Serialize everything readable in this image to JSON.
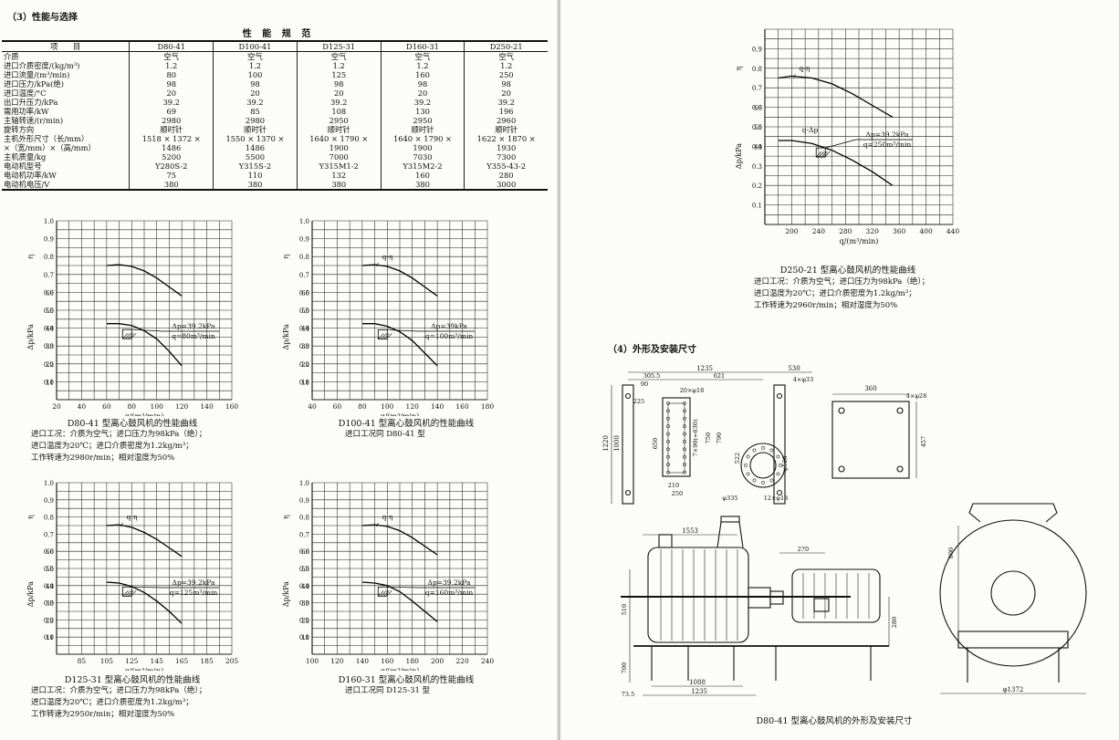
{
  "left": {
    "section_title": "（3）性能与选择",
    "table_title": "性 能 规 范",
    "table": {
      "header": [
        "项　　目",
        "D80-41",
        "D100-41",
        "D125-31",
        "D160-31",
        "D250-21"
      ],
      "rows": [
        [
          [
            "介质"
          ],
          [
            "空气"
          ],
          [
            "空气"
          ],
          [
            "空气"
          ],
          [
            "空气"
          ],
          [
            "空气"
          ]
        ],
        [
          [
            "进口介质密度/(kg/m³)"
          ],
          [
            "1.2"
          ],
          [
            "1.2"
          ],
          [
            "1.2"
          ],
          [
            "1.2"
          ],
          [
            "1.2"
          ]
        ],
        [
          [
            "进口流量/(m³/min)"
          ],
          [
            "80"
          ],
          [
            "100"
          ],
          [
            "125"
          ],
          [
            "160"
          ],
          [
            "250"
          ]
        ],
        [
          [
            "进口压力/kPa(绝)"
          ],
          [
            "98"
          ],
          [
            "98"
          ],
          [
            "98"
          ],
          [
            "98"
          ],
          [
            "98"
          ]
        ],
        [
          [
            "进口温度/°C"
          ],
          [
            "20"
          ],
          [
            "20"
          ],
          [
            "20"
          ],
          [
            "20"
          ],
          [
            "20"
          ]
        ],
        [
          [
            "出口升压力/kPa"
          ],
          [
            "39.2"
          ],
          [
            "39.2"
          ],
          [
            "39.2"
          ],
          [
            "39.2"
          ],
          [
            "39.2"
          ]
        ],
        [
          [
            "需用功率/kW"
          ],
          [
            "69"
          ],
          [
            "85"
          ],
          [
            "108"
          ],
          [
            "130"
          ],
          [
            "196"
          ]
        ],
        [
          [
            "主轴转速/(r/min)"
          ],
          [
            "2980"
          ],
          [
            "2980"
          ],
          [
            "2950"
          ],
          [
            "2950"
          ],
          [
            "2960"
          ]
        ],
        [
          [
            "旋转方向"
          ],
          [
            "顺时针"
          ],
          [
            "顺时针"
          ],
          [
            "顺时针"
          ],
          [
            "顺时针"
          ],
          [
            "顺时针"
          ]
        ],
        [
          [
            "主机外形尺寸（长/mm）",
            "×（宽/mm）×（高/mm）"
          ],
          [
            "1518 × 1372 ×",
            "1486"
          ],
          [
            "1550 × 1370 ×",
            "1486"
          ],
          [
            "1640 × 1790 ×",
            "1900"
          ],
          [
            "1640 × 1790 ×",
            "1900"
          ],
          [
            "1622 × 1870 ×",
            "1930"
          ]
        ],
        [
          [
            "主机质量/kg"
          ],
          [
            "5200"
          ],
          [
            "5500"
          ],
          [
            "7000"
          ],
          [
            "7030"
          ],
          [
            "7300"
          ]
        ],
        [
          [
            "电动机型号"
          ],
          [
            "Y280S-2"
          ],
          [
            "Y315S-2"
          ],
          [
            "Y315M1-2"
          ],
          [
            "Y315M2-2"
          ],
          [
            "Y355-43-2"
          ]
        ],
        [
          [
            "电动机功率/kW"
          ],
          [
            "75"
          ],
          [
            "110"
          ],
          [
            "132"
          ],
          [
            "160"
          ],
          [
            "280"
          ]
        ],
        [
          [
            "电动机电压/V"
          ],
          [
            "380"
          ],
          [
            "380"
          ],
          [
            "380"
          ],
          [
            "380"
          ],
          [
            "3000"
          ]
        ]
      ]
    },
    "charts": [
      {
        "caption": "D80-41 型离心鼓风机的性能曲线",
        "note_lines": [
          "进口工况：介质为空气；进口压力为98kPa（绝）；",
          "进口温度为20℃；进口介质密度为1.2kg/m³；",
          "工作转速为2980r/min；相对湿度为50%"
        ]
      },
      {
        "caption": "D100-41 型离心鼓风机的性能曲线",
        "note_lines": [
          "进口工况同 D80-41 型"
        ]
      },
      {
        "caption": "D125-31 型离心鼓风机的性能曲线",
        "note_lines": [
          "进口工况：介质为空气；进口压力为98kPa（绝）；",
          "进口温度为20℃；进口介质密度为1.2kg/m³；",
          "工作转速为2950r/min；相对湿度为50%"
        ]
      },
      {
        "caption": "D160-31 型离心鼓风机的性能曲线",
        "note_lines": [
          "进口工况同 D125-31 型"
        ]
      }
    ]
  },
  "right": {
    "chart_caption": "D250-21 型离心鼓风机的性能曲线",
    "note_lines": [
      "进口工况：介质为空气；进口压力为98kPa（绝）；",
      "进口温度为20℃；进口介质密度为1.2kg/m³；",
      "工作转速为2960r/min；相对湿度为50%"
    ],
    "section_title": "（4）外形及安装尺寸",
    "drawing_caption": "D80-41 型离心鼓风机的外形及安装尺寸",
    "dimensions": [
      "1235",
      "530",
      "305.5",
      "621",
      "90",
      "20×φ18",
      "4×φ33",
      "360",
      "4×φ28",
      "225",
      "1220",
      "1000",
      "650",
      "7×90(=630)",
      "750",
      "790",
      "522",
      "φ526",
      "457",
      "210",
      "250",
      "φ335",
      "12×φ18",
      "1553",
      "270",
      "800",
      "510",
      "280",
      "700",
      "1088",
      "1235",
      "73.5",
      "φ1372"
    ]
  },
  "chart_data": [
    {
      "type": "line",
      "title": "D80-41 型离心鼓风机的性能曲线",
      "xlabel": "q/(m³/min)",
      "xlim": [
        20,
        160
      ],
      "xticks": [
        20,
        40,
        60,
        80,
        100,
        120,
        140,
        160
      ],
      "ylim_eta": [
        0,
        1.0
      ],
      "ylim_dp": [
        0,
        100
      ],
      "eta_labels": [
        "0.1",
        "0.2",
        "0.3",
        "0.4",
        "0.5",
        "0.6",
        "0.7",
        "0.8",
        "0.9",
        "1.0"
      ],
      "dp_labels": [
        "10",
        "20",
        "30",
        "40",
        "50",
        "60"
      ],
      "y_eta_label": "η",
      "y_dp_label": "Δp/kPa",
      "series": [
        {
          "x": [
            60,
            70,
            80,
            90,
            100,
            110,
            120
          ],
          "y": [
            0.75,
            0.755,
            0.745,
            0.72,
            0.68,
            0.63,
            0.58
          ]
        },
        {
          "x": [
            60,
            70,
            80,
            90,
            100,
            110,
            120
          ],
          "y": [
            42.5,
            42.5,
            41.5,
            38.5,
            34,
            27,
            19
          ]
        }
      ],
      "design_point": {
        "x": 80,
        "y": 39.2
      },
      "labels": {
        "eta": "",
        "dp": ""
      },
      "annotation": [
        "Δp=39.2kPa",
        "q=80m³/min"
      ]
    },
    {
      "type": "line",
      "title": "D100-41 型离心鼓风机的性能曲线",
      "xlabel": "q/(m³/min)",
      "xlim": [
        40,
        180
      ],
      "xticks": [
        40,
        60,
        80,
        100,
        120,
        140,
        160,
        180
      ],
      "ylim_eta": [
        0,
        1.0
      ],
      "ylim_dp": [
        0,
        100
      ],
      "eta_labels": [
        "0.1",
        "0.2",
        "0.3",
        "0.4",
        "0.5",
        "0.6",
        "0.7",
        "0.8",
        "0.9",
        "1.0"
      ],
      "dp_labels": [
        "10",
        "20",
        "30",
        "40",
        "50",
        "60"
      ],
      "y_eta_label": "η",
      "y_dp_label": "Δp/kPa",
      "series": [
        {
          "x": [
            80,
            90,
            100,
            110,
            120,
            130,
            140
          ],
          "y": [
            0.75,
            0.755,
            0.745,
            0.72,
            0.68,
            0.63,
            0.58
          ]
        },
        {
          "x": [
            80,
            90,
            100,
            110,
            120,
            130,
            140
          ],
          "y": [
            42.5,
            42.5,
            41,
            38,
            33,
            26,
            19
          ]
        }
      ],
      "design_point": {
        "x": 100,
        "y": 39
      },
      "labels": {
        "eta": "q-η",
        "dp": ""
      },
      "annotation": [
        "Δp=39kPa",
        "q=100m³/min"
      ]
    },
    {
      "type": "line",
      "title": "D125-31 型离心鼓风机的性能曲线",
      "xlabel": "q/(m³/min)",
      "xlim": [
        65,
        205
      ],
      "xticks": [
        85,
        105,
        125,
        145,
        165,
        185,
        205
      ],
      "ylim_eta": [
        0,
        1.0
      ],
      "ylim_dp": [
        0,
        100
      ],
      "eta_labels": [
        "0.1",
        "0.2",
        "0.3",
        "0.4",
        "0.5",
        "0.6",
        "0.7",
        "0.8",
        "0.9",
        "1.0"
      ],
      "dp_labels": [
        "10",
        "20",
        "30",
        "40",
        "50",
        "60"
      ],
      "y_eta_label": "η",
      "y_dp_label": "Δp/kPa",
      "series": [
        {
          "x": [
            105,
            115,
            125,
            135,
            145,
            155,
            165
          ],
          "y": [
            0.75,
            0.755,
            0.74,
            0.71,
            0.67,
            0.62,
            0.57
          ]
        },
        {
          "x": [
            105,
            115,
            125,
            135,
            145,
            155,
            165
          ],
          "y": [
            42,
            41.5,
            39.5,
            36,
            31,
            25,
            18
          ]
        }
      ],
      "design_point": {
        "x": 125,
        "y": 39.2
      },
      "labels": {
        "eta": "q-η",
        "dp": ""
      },
      "annotation": [
        "Δp=39.2kPa",
        "q=125m³/min"
      ]
    },
    {
      "type": "line",
      "title": "D160-31 型离心鼓风机的性能曲线",
      "xlabel": "q/(m³/min)",
      "xlim": [
        100,
        240
      ],
      "xticks": [
        100,
        120,
        140,
        160,
        180,
        200,
        220,
        240
      ],
      "ylim_eta": [
        0,
        1.0
      ],
      "ylim_dp": [
        0,
        100
      ],
      "eta_labels": [
        "0.1",
        "0.2",
        "0.3",
        "0.4",
        "0.5",
        "0.6",
        "0.7",
        "0.8",
        "0.9",
        "1.0"
      ],
      "dp_labels": [
        "10",
        "20",
        "30",
        "40",
        "50",
        "60"
      ],
      "y_eta_label": "η",
      "y_dp_label": "Δp/kPa",
      "series": [
        {
          "x": [
            140,
            150,
            160,
            170,
            180,
            190,
            200
          ],
          "y": [
            0.75,
            0.755,
            0.745,
            0.72,
            0.68,
            0.63,
            0.58
          ]
        },
        {
          "x": [
            140,
            150,
            160,
            170,
            180,
            190,
            200
          ],
          "y": [
            42,
            41.5,
            40,
            36.5,
            31,
            25,
            19
          ]
        }
      ],
      "design_point": {
        "x": 160,
        "y": 39.2
      },
      "labels": {
        "eta": "q-η",
        "dp": ""
      },
      "annotation": [
        "Δp=39.2kPa",
        "q=160m³/min"
      ]
    },
    {
      "type": "line",
      "title": "D250-21 型离心鼓风机的性能曲线",
      "xlabel": "q/(m³/min)",
      "xlim": [
        160,
        440
      ],
      "xticks": [
        200,
        240,
        280,
        320,
        360,
        400,
        440
      ],
      "ylim_eta": [
        0,
        1.0
      ],
      "ylim_dp": [
        0,
        100
      ],
      "eta_labels": [
        "0.1",
        "0.2",
        "0.3",
        "0.4",
        "0.5",
        "0.6",
        "0.7",
        "0.8",
        "0.9"
      ],
      "dp_labels": [
        "40",
        "50",
        "60"
      ],
      "y_eta_label": "η",
      "y_dp_label": "Δp/kPa",
      "series": [
        {
          "x": [
            180,
            200,
            230,
            260,
            290,
            320,
            350
          ],
          "y": [
            0.75,
            0.76,
            0.75,
            0.72,
            0.67,
            0.61,
            0.55
          ]
        },
        {
          "x": [
            180,
            200,
            230,
            260,
            290,
            320,
            350
          ],
          "y": [
            43,
            43,
            41.5,
            38,
            33,
            27,
            20
          ]
        }
      ],
      "design_point": {
        "x": 250,
        "y": 39.2
      },
      "labels": {
        "eta": "q-η",
        "dp": "q-Δp"
      },
      "annotation": [
        "Δp=39.2kPa",
        "q=250m³/min"
      ]
    }
  ]
}
